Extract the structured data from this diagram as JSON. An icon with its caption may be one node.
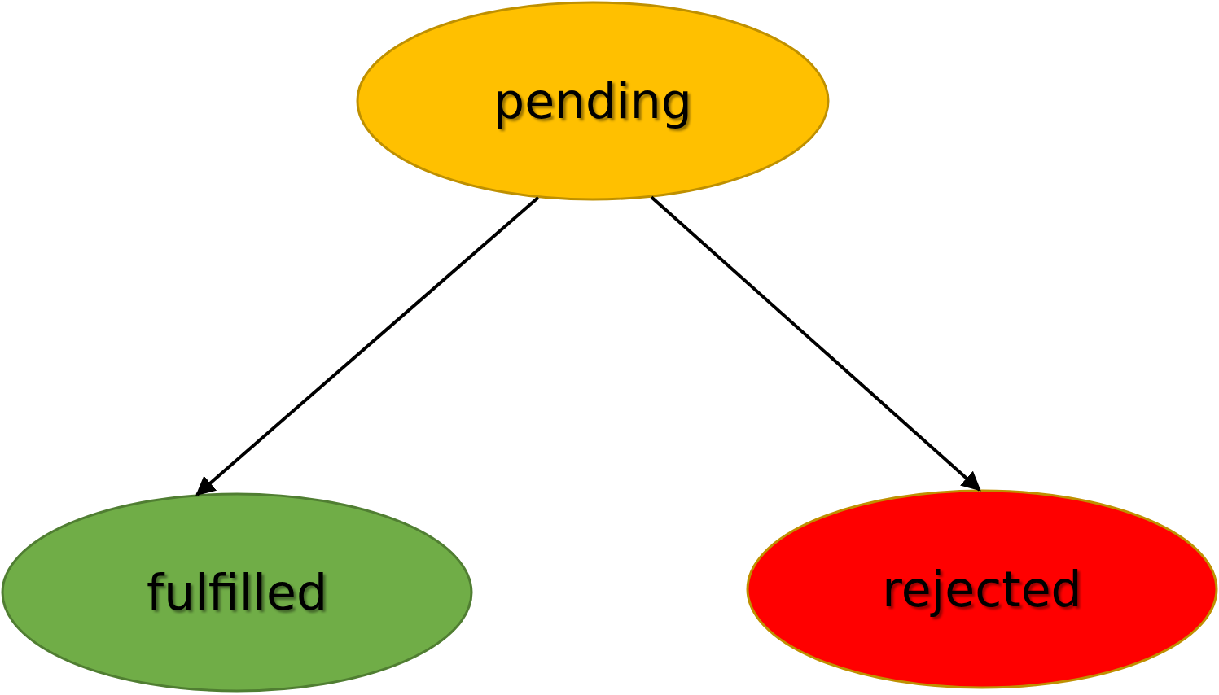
{
  "diagram": {
    "nodes": [
      {
        "text": [
          "pending"
        ]
      },
      {
        "text": [
          "fulfilled"
        ]
      },
      {
        "text": [
          "rejected"
        ]
      }
    ],
    "edges": [
      {
        "from": 0,
        "to": 1,
        "arrow": "to"
      },
      {
        "from": 0,
        "to": 2,
        "arrow": "to"
      }
    ]
  }
}
